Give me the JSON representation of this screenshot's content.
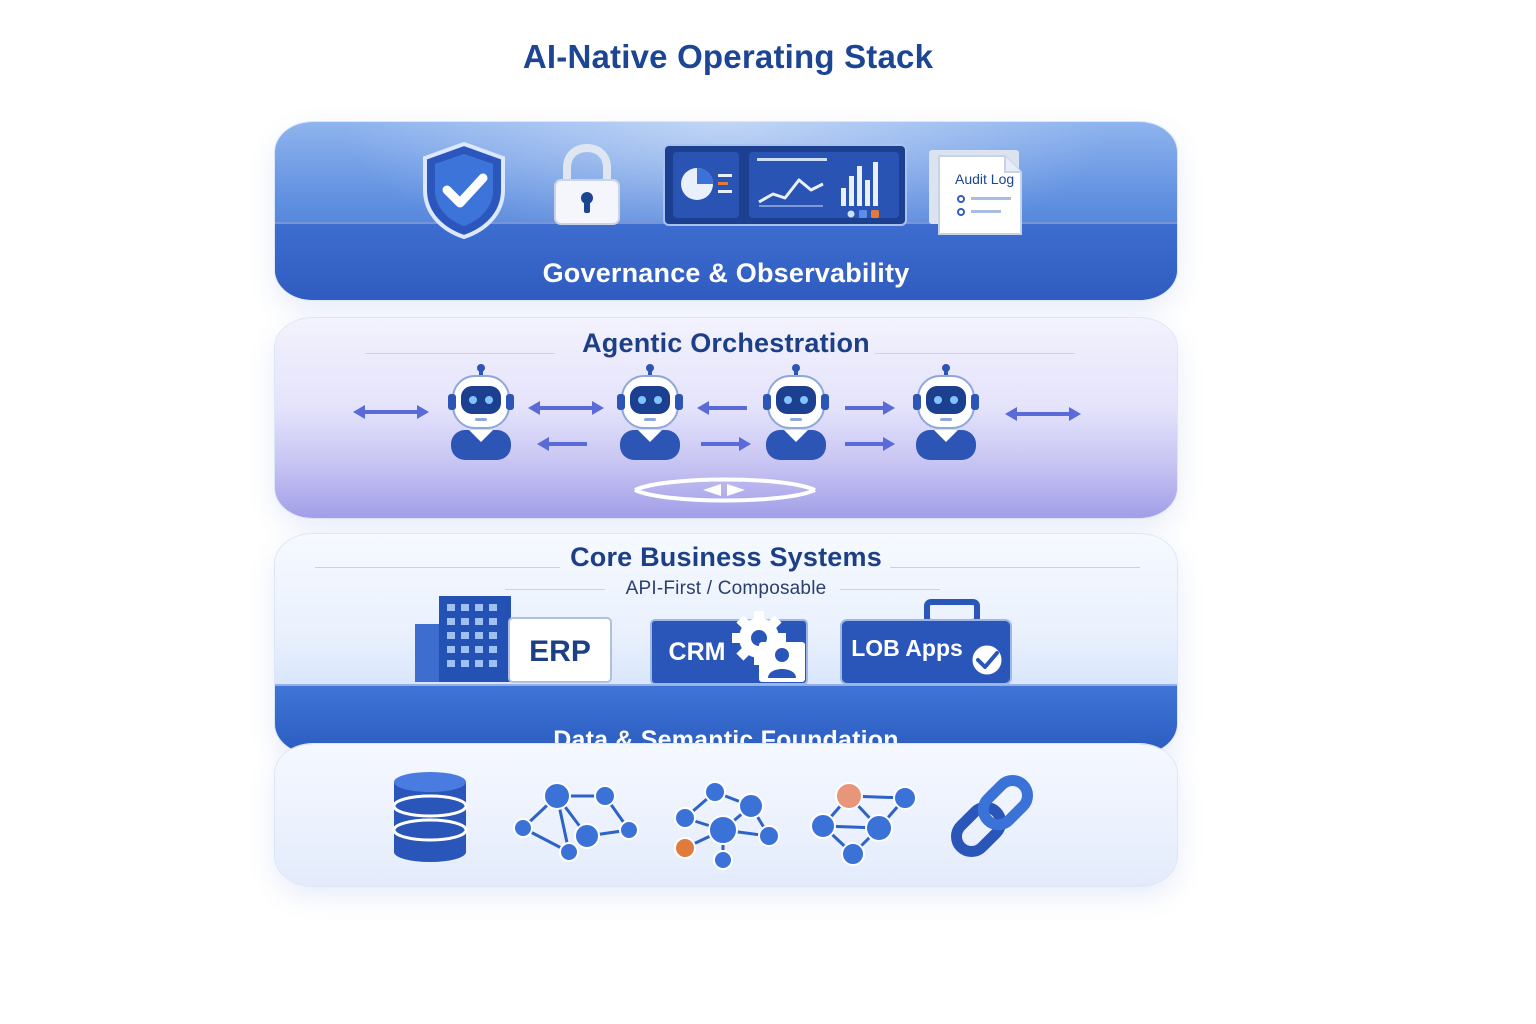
{
  "title": "AI-Native Operating Stack",
  "layers": {
    "governance": {
      "label": "Governance & Observability",
      "audit_log_label": "Audit Log"
    },
    "orchestration": {
      "label": "Agentic Orchestration"
    },
    "core": {
      "label": "Core Business Systems",
      "subtitle": "API-First / Composable",
      "erp_label": "ERP",
      "crm_label": "CRM",
      "lob_label": "LOB Apps"
    },
    "data": {
      "label": "Data & Semantic Foundation"
    }
  },
  "colors": {
    "primary": "#2f5fc4",
    "dark": "#1c4593",
    "lavender": "#9a96e6",
    "orange": "#e07a3d"
  },
  "icons": {
    "governance": [
      "shield-check-icon",
      "padlock-icon",
      "dashboard-icon",
      "audit-log-icon"
    ],
    "orchestration": [
      "robot-agent-icon",
      "robot-agent-icon",
      "robot-agent-icon",
      "robot-agent-icon",
      "double-arrow-icon",
      "cycle-arrows-icon"
    ],
    "core": [
      "building-icon",
      "gear-icon",
      "person-icon",
      "briefcase-icon",
      "checkmark-icon"
    ],
    "data": [
      "database-icon",
      "network-graph-icon",
      "network-graph-icon",
      "network-graph-icon",
      "chain-link-icon"
    ]
  }
}
